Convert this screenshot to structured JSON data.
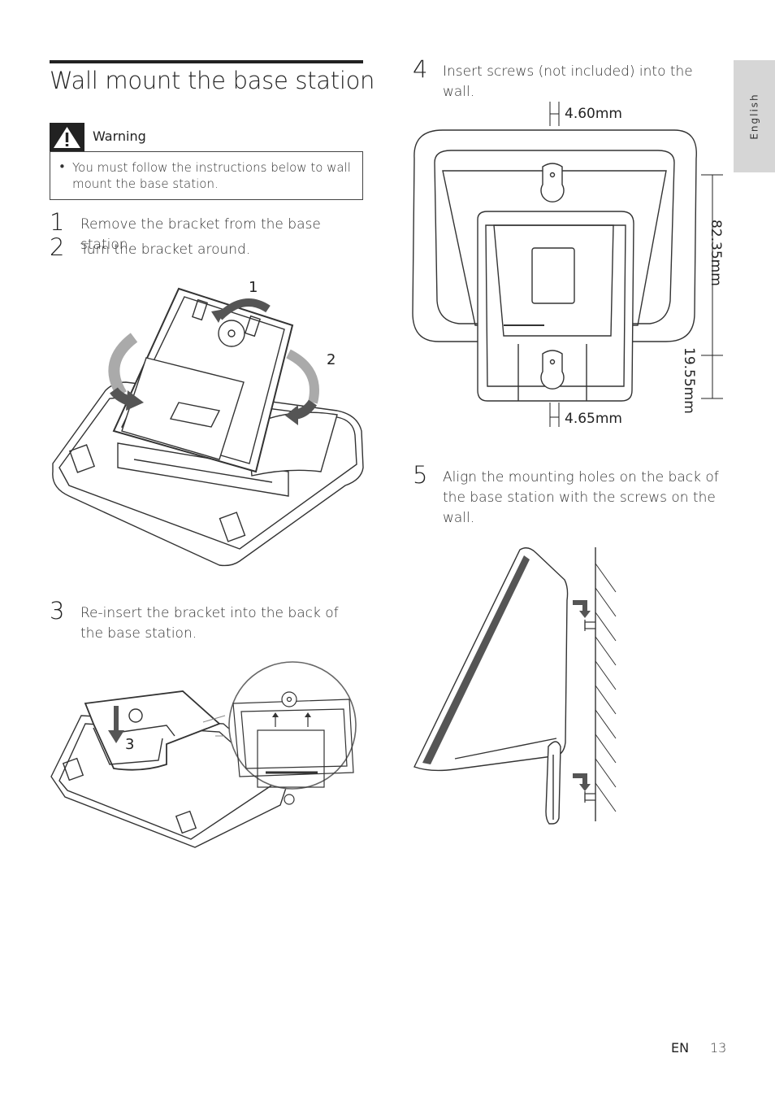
{
  "page": {
    "title": "Wall mount the base station",
    "language_tab": "English",
    "footer_lang": "EN",
    "page_number": "13"
  },
  "warning": {
    "label": "Warning",
    "bullet": "•",
    "text": "You must follow the instructions below to wall mount the base station."
  },
  "steps": [
    {
      "num": "1",
      "text": "Remove the bracket from the base station."
    },
    {
      "num": "2",
      "text": "Turn the bracket around."
    },
    {
      "num": "3",
      "text": "Re-insert the bracket into the back of the base station."
    },
    {
      "num": "4",
      "text": "Insert screws (not included) into the wall."
    },
    {
      "num": "5",
      "text": "Align the mounting holes on the back of the base station with the screws on the wall."
    }
  ],
  "figure1": {
    "callout_1": "1",
    "callout_2": "2"
  },
  "figure3": {
    "callout_3": "3"
  },
  "figure4": {
    "dim_top": "4.60mm",
    "dim_bottom": "4.65mm",
    "dim_upper_vertical": "82.35mm",
    "dim_lower_vertical": "19.55mm"
  }
}
